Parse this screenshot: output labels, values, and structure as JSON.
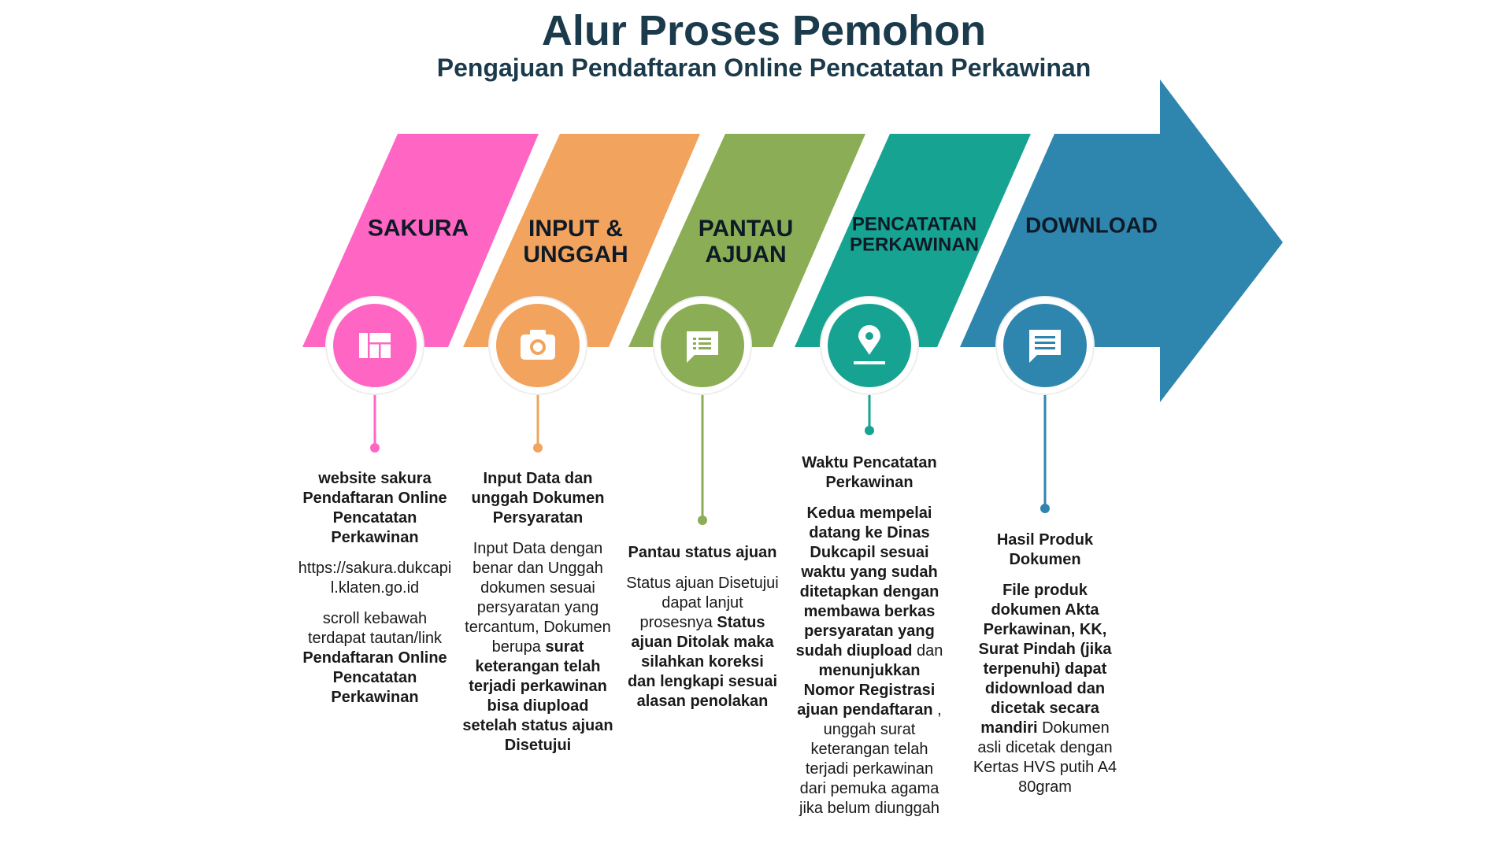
{
  "title": "Alur Proses Pemohon",
  "subtitle": "Pengajuan Pendaftaran Online Pencatatan Perkawinan",
  "colors": {
    "pink": "#ff66c4",
    "orange": "#f2a35e",
    "green": "#8aad55",
    "teal": "#17a392",
    "blue": "#2e86ae",
    "title": "#1b3a4b"
  },
  "steps": [
    {
      "label": "SAKURA",
      "icon": "dashboard-icon",
      "color": "#ff66c4",
      "paragraphs": [
        [
          {
            "t": "website sakura Pendaftaran Online Pencatatan Perkawinan",
            "b": true
          }
        ],
        [
          {
            "t": "https://sakura.dukcapil.klaten.go.id",
            "b": false
          }
        ],
        [
          {
            "t": "scroll kebawah terdapat tautan/link ",
            "b": false
          },
          {
            "t": "Pendaftaran Online Pencatatan Perkawinan",
            "b": true
          }
        ]
      ]
    },
    {
      "label": "INPUT & UNGGAH",
      "icon": "camera-icon",
      "color": "#f2a35e",
      "paragraphs": [
        [
          {
            "t": "Input Data dan unggah Dokumen Persyaratan",
            "b": true
          }
        ],
        [
          {
            "t": "Input Data dengan benar dan Unggah dokumen sesuai persyaratan yang tercantum, Dokumen berupa ",
            "b": false
          },
          {
            "t": "surat keterangan telah terjadi perkawinan bisa diupload setelah status  ajuan Disetujui",
            "b": true
          }
        ]
      ]
    },
    {
      "label": "PANTAU AJUAN",
      "icon": "chat-list-icon",
      "color": "#8aad55",
      "paragraphs": [
        [
          {
            "t": "Pantau status ajuan",
            "b": true
          }
        ],
        [
          {
            "t": "Status ajuan Disetujui dapat lanjut prosesnya ",
            "b": false
          },
          {
            "t": "Status ajuan Ditolak maka silahkan koreksi dan lengkapi sesuai alasan penolakan",
            "b": true
          }
        ]
      ]
    },
    {
      "label": "PENCATATAN PERKAWINAN",
      "icon": "location-pin-icon",
      "color": "#17a392",
      "paragraphs": [
        [
          {
            "t": "Waktu Pencatatan Perkawinan",
            "b": true
          }
        ],
        [
          {
            "t": "Kedua mempelai datang ke Dinas Dukcapil sesuai waktu yang sudah ditetapkan dengan membawa berkas persyaratan yang sudah diupload",
            "b": true
          },
          {
            "t": " dan ",
            "b": false
          },
          {
            "t": "menunjukkan Nomor Registrasi ajuan pendaftaran",
            "b": true
          },
          {
            "t": " , unggah surat keterangan telah terjadi perkawinan dari pemuka agama jika belum diunggah",
            "b": false
          }
        ]
      ]
    },
    {
      "label": "DOWNLOAD",
      "icon": "message-icon",
      "color": "#2e86ae",
      "paragraphs": [
        [
          {
            "t": "Hasil Produk Dokumen",
            "b": true
          }
        ],
        [
          {
            "t": "File produk dokumen Akta Perkawinan, KK, Surat Pindah (jika terpenuhi) dapat didownload dan dicetak secara mandiri",
            "b": true
          },
          {
            "t": " Dokumen asli dicetak dengan Kertas HVS putih A4 80gram",
            "b": false
          }
        ]
      ]
    }
  ]
}
